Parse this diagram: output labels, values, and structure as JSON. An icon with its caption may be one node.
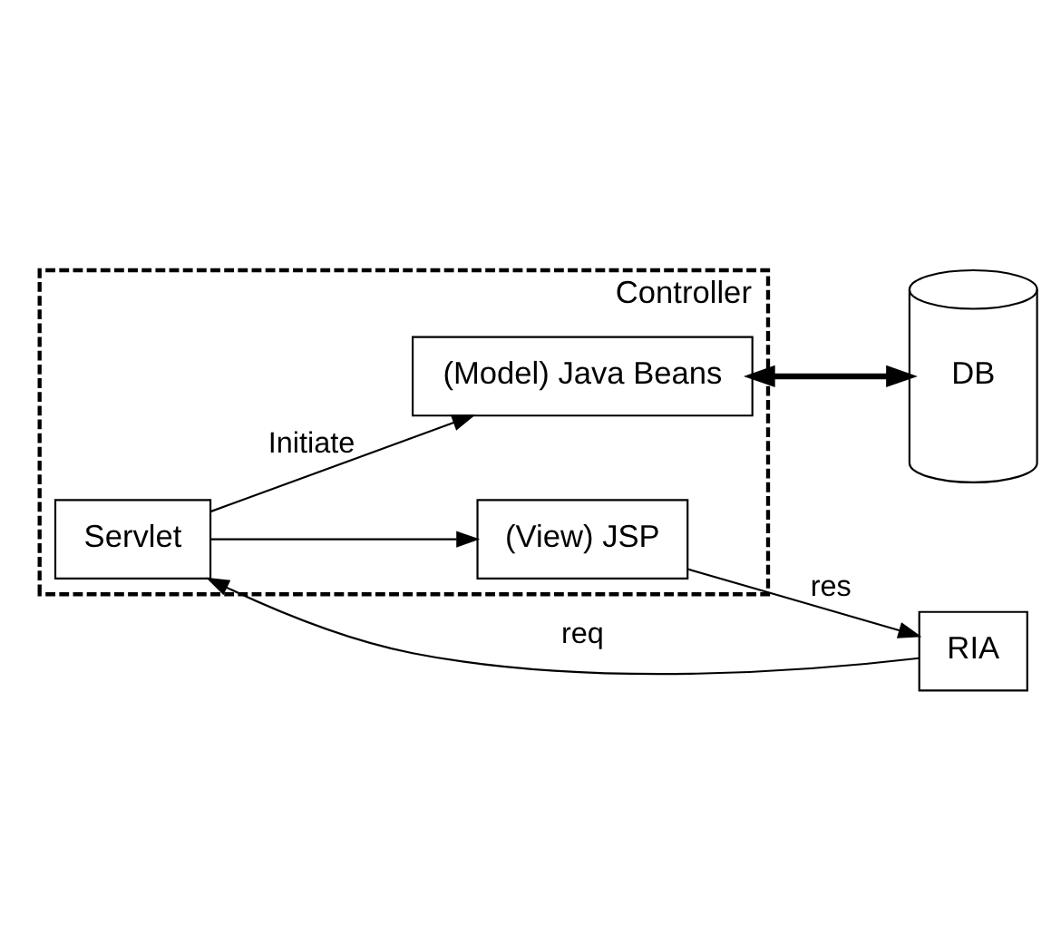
{
  "diagram": {
    "nodes": [
      {
        "text": [
          "Controller"
        ]
      },
      {
        "text": [
          "Servlet"
        ],
        "in": 0
      },
      {
        "text": [
          "RIA"
        ]
      },
      {
        "text": [
          "(View) JSP"
        ],
        "in": 0
      },
      {
        "text": [
          "(Model) Java Beans"
        ],
        "in": 0
      },
      {
        "text": [
          "DB"
        ]
      }
    ],
    "edges": [
      {
        "from": 2,
        "to": 1,
        "arrow": "to",
        "label": "req"
      },
      {
        "from": 1,
        "to": 3,
        "arrow": "to"
      },
      {
        "from": 1,
        "to": 4,
        "arrow": "to",
        "label": "Initiate"
      },
      {
        "from": 3,
        "to": 2,
        "arrow": "to",
        "label": "res"
      },
      {
        "from": 4,
        "to": 5,
        "arrow": "both",
        "style": "thick"
      }
    ]
  }
}
